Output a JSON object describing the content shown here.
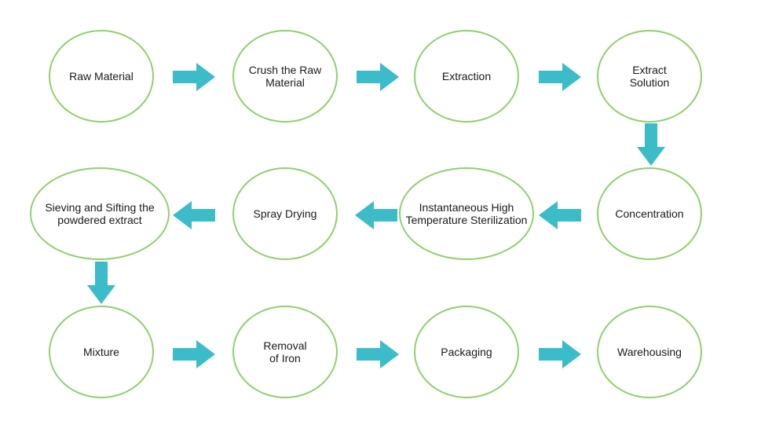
{
  "diagram": {
    "node_color": "#8fd16a",
    "arrow_color": "#3bbcc8",
    "nodes": [
      {
        "label": "Raw Material"
      },
      {
        "label": "Crush the Raw\nMaterial"
      },
      {
        "label": "Extraction"
      },
      {
        "label": "Extract\nSolution"
      },
      {
        "label": "Concentration"
      },
      {
        "label": "Instantaneous High\nTemperature Sterilization"
      },
      {
        "label": "Spray Drying"
      },
      {
        "label": "Sieving and Sifting the\npowdered extract"
      },
      {
        "label": "Mixture"
      },
      {
        "label": "Removal\nof Iron"
      },
      {
        "label": "Packaging"
      },
      {
        "label": "Warehousing"
      }
    ],
    "arrows": [
      {
        "from": "Raw Material",
        "to": "Crush the Raw\nMaterial",
        "direction": "right"
      },
      {
        "from": "Crush the Raw\nMaterial",
        "to": "Extraction",
        "direction": "right"
      },
      {
        "from": "Extraction",
        "to": "Extract\nSolution",
        "direction": "right"
      },
      {
        "from": "Extract\nSolution",
        "to": "Concentration",
        "direction": "down"
      },
      {
        "from": "Concentration",
        "to": "Instantaneous High\nTemperature Sterilization",
        "direction": "left"
      },
      {
        "from": "Instantaneous High\nTemperature Sterilization",
        "to": "Spray Drying",
        "direction": "left"
      },
      {
        "from": "Spray Drying",
        "to": "Sieving and Sifting the\npowdered extract",
        "direction": "left"
      },
      {
        "from": "Sieving and Sifting the\npowdered extract",
        "to": "Mixture",
        "direction": "down"
      },
      {
        "from": "Mixture",
        "to": "Removal\nof Iron",
        "direction": "right"
      },
      {
        "from": "Removal\nof Iron",
        "to": "Packaging",
        "direction": "right"
      },
      {
        "from": "Packaging",
        "to": "Warehousing",
        "direction": "right"
      }
    ]
  }
}
